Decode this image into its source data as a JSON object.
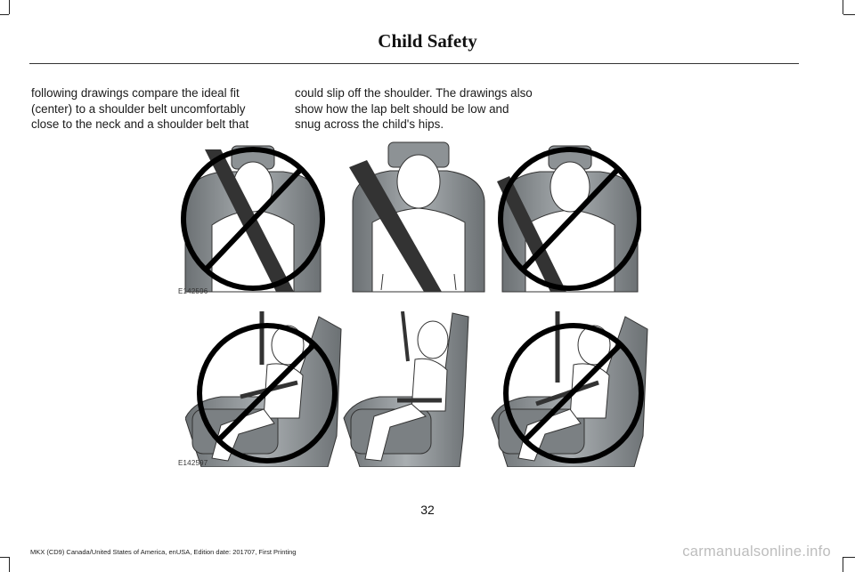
{
  "header": {
    "title": "Child Safety"
  },
  "body": {
    "left_lines": [
      "following drawings compare the ideal fit",
      "(center) to a shoulder belt uncomfortably",
      "close to the neck and a shoulder belt that"
    ],
    "right_lines": [
      "could slip off the shoulder. The drawings also",
      "show how the lap belt should be low and",
      "snug across the child's hips."
    ]
  },
  "figures": {
    "top_label": "E142596",
    "bottom_label": "E142597",
    "top_panels": [
      "too close to neck (incorrect)",
      "ideal fit (correct)",
      "slipping off shoulder (incorrect)"
    ],
    "bottom_panels": [
      "incorrect lap belt",
      "correct lap belt",
      "incorrect lap belt"
    ]
  },
  "page_number": "32",
  "footer": {
    "text": "MKX (CD9) Canada/United States of America, enUSA, Edition date: 201707, First Printing"
  },
  "watermark": "carmanualsonline.info",
  "colors": {
    "seat": "#8f9598",
    "belt": "#333333",
    "no_symbol": "#000000"
  }
}
